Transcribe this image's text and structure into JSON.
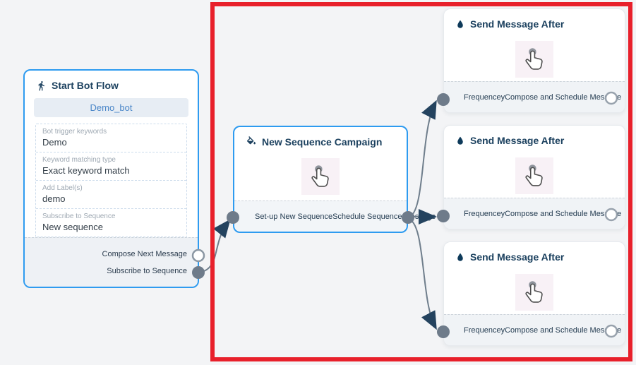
{
  "colors": {
    "canvas_bg": "#f3f4f6",
    "accent_blue": "#2e9bf0",
    "title_navy": "#1c415f",
    "highlight_red": "#e8202b",
    "edge_gray": "#6f7e8c",
    "arrow_navy": "#24435f",
    "connector_gray": "#6e7b8a"
  },
  "nodes": {
    "start_bot_flow": {
      "title": "Start Bot Flow",
      "icon": "walking-person-icon",
      "bot_name_button": "Demo_bot",
      "fields": [
        {
          "label": "Bot trigger keywords",
          "value": "Demo"
        },
        {
          "label": "Keyword matching type",
          "value": "Exact keyword match"
        },
        {
          "label": "Add Label(s)",
          "value": "demo"
        },
        {
          "label": "Subscribe to Sequence",
          "value": "New sequence"
        }
      ],
      "outputs": [
        {
          "label": "Compose Next Message",
          "connector": "open"
        },
        {
          "label": "Subscribe to Sequence",
          "connector": "filled"
        }
      ]
    },
    "new_sequence_campaign": {
      "title": "New Sequence Campaign",
      "icon": "paint-bucket-icon",
      "footer_left": "Set-up New Sequence",
      "footer_right": "Schedule Sequence Message"
    },
    "send_message_after": {
      "title": "Send Message After",
      "icon": "water-drop-icon",
      "footer_left": "Frequencey",
      "footer_right": "Compose and Schedule Message",
      "instance_count": 3
    }
  }
}
